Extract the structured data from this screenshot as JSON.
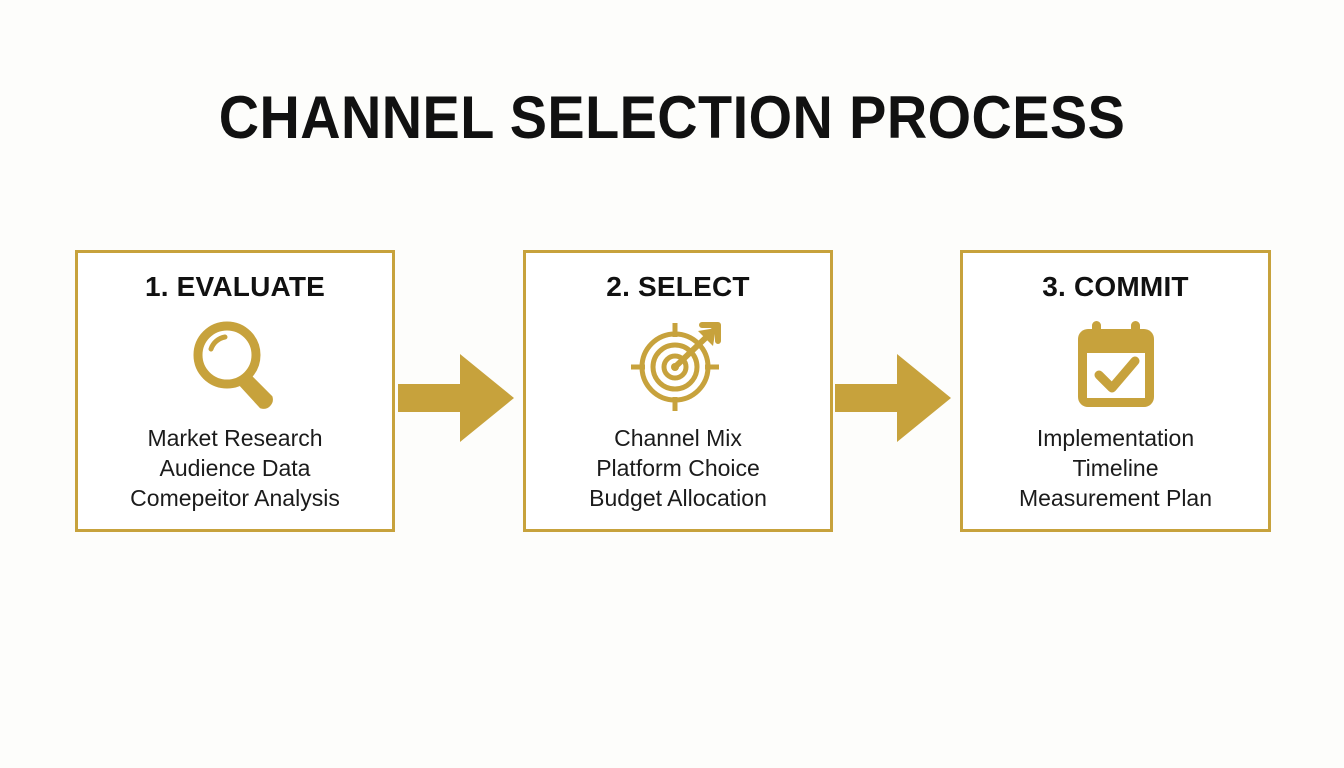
{
  "slide": {
    "title": "CHANNEL SELECTION PROCESS",
    "background_color": "#fdfdfb",
    "accent_color": "#c7a23c",
    "heading_color": "#111111",
    "body_text_color": "#1b1b1b"
  },
  "steps": [
    {
      "heading": "1. EVALUATE",
      "icon": "magnifying-glass-icon",
      "lines": [
        "Market Research",
        "Audience Data",
        "Comepeitor Analysis"
      ]
    },
    {
      "heading": "2. SELECT",
      "icon": "target-arrow-icon",
      "lines": [
        "Channel Mix",
        "Platform Choice",
        "Budget Allocation"
      ]
    },
    {
      "heading": "3. COMMIT",
      "icon": "calendar-check-icon",
      "lines": [
        "Implementation",
        "Timeline",
        "Measurement Plan"
      ]
    }
  ],
  "connectors": [
    {
      "icon": "arrow-right-icon",
      "color": "#c7a23c"
    },
    {
      "icon": "arrow-right-icon",
      "color": "#c7a23c"
    }
  ]
}
